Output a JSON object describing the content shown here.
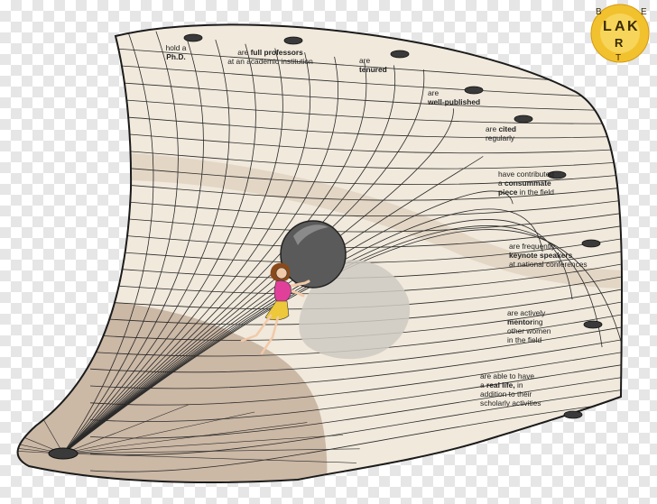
{
  "diagram": {
    "colors": {
      "surface_light": "#f0e9dc",
      "surface_stripe": "#e1d4c2",
      "surface_dark": "#c7b39f",
      "grid_line": "#2a2a2a",
      "outline": "#1b1b1b",
      "hole": "#3a3a3a",
      "boulder": "#5a5a5a",
      "shadow": "#cfcac2",
      "figure_shirt": "#e0409a",
      "figure_skirt": "#ecc83a",
      "logo_gold": "#f2c12e"
    },
    "milestones": [
      {
        "id": "phd",
        "lines": [
          [
            {
              "t": "hold a",
              "b": false
            }
          ],
          [
            {
              "t": "Ph.D.",
              "b": true
            }
          ]
        ]
      },
      {
        "id": "full-professors",
        "lines": [
          [
            {
              "t": "are ",
              "b": false
            },
            {
              "t": "full professors",
              "b": true
            }
          ],
          [
            {
              "t": "at an academic institution",
              "b": false
            }
          ]
        ]
      },
      {
        "id": "tenured",
        "lines": [
          [
            {
              "t": "are",
              "b": false
            }
          ],
          [
            {
              "t": "tenured",
              "b": true
            }
          ]
        ]
      },
      {
        "id": "well-published",
        "lines": [
          [
            {
              "t": "are",
              "b": false
            }
          ],
          [
            {
              "t": "well-published",
              "b": true
            }
          ]
        ]
      },
      {
        "id": "cited",
        "lines": [
          [
            {
              "t": "are ",
              "b": false
            },
            {
              "t": "cited",
              "b": true
            }
          ],
          [
            {
              "t": "regularly",
              "b": false
            }
          ]
        ]
      },
      {
        "id": "consummate-piece",
        "lines": [
          [
            {
              "t": "have contributed",
              "b": false
            }
          ],
          [
            {
              "t": "a ",
              "b": false
            },
            {
              "t": "consummate",
              "b": true
            }
          ],
          [
            {
              "t": "piece",
              "b": true
            },
            {
              "t": " in the field",
              "b": false
            }
          ]
        ]
      },
      {
        "id": "keynote-speakers",
        "lines": [
          [
            {
              "t": "are frequently",
              "b": false
            }
          ],
          [
            {
              "t": "keynote speakers",
              "b": true
            }
          ],
          [
            {
              "t": "at national conferences",
              "b": false
            }
          ]
        ]
      },
      {
        "id": "mentoring",
        "lines": [
          [
            {
              "t": "are actively",
              "b": false
            }
          ],
          [
            {
              "t": "mentor",
              "b": true
            },
            {
              "t": "ing",
              "b": false
            }
          ],
          [
            {
              "t": "other women",
              "b": false
            }
          ],
          [
            {
              "t": "in the field",
              "b": false
            }
          ]
        ]
      },
      {
        "id": "real-life",
        "lines": [
          [
            {
              "t": "are able to have",
              "b": false
            }
          ],
          [
            {
              "t": "a ",
              "b": false
            },
            {
              "t": "real life,",
              "b": true
            },
            {
              "t": " in",
              "b": false
            }
          ],
          [
            {
              "t": "addition to their",
              "b": false
            }
          ],
          [
            {
              "t": "scholarly activities",
              "b": false
            }
          ]
        ]
      }
    ]
  },
  "logo": {
    "letters": [
      "B",
      "L",
      "A",
      "K",
      "E",
      "R",
      "T"
    ]
  }
}
